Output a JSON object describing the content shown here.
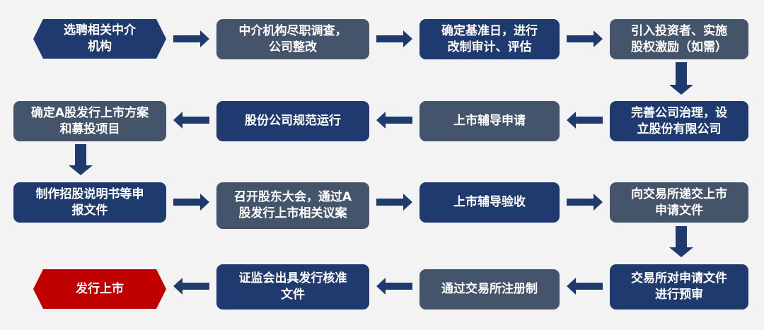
{
  "steps": {
    "s1": "选聘相关中介\n机构",
    "s2": "中介机构尽职调查，\n公司整改",
    "s3": "确定基准日，进行\n改制审计、评估",
    "s4": "引入投资者、实施\n股权激励（如需）",
    "s5": "完善公司治理，设\n立股份有限公司",
    "s6": "上市辅导申请",
    "s7": "股份公司规范运行",
    "s8": "确定A股发行上市方案\n和募投项目",
    "s9": "制作招股说明书等申\n报文件",
    "s10": "召开股东大会，通过A\n股发行上市相关议案",
    "s11": "上市辅导验收",
    "s12": "向交易所递交上市\n申请文件",
    "s13": "交易所对申请文件\n进行预审",
    "s14": "通过交易所注册制",
    "s15": "证监会出具发行核准\n文件",
    "s16": "发行上市"
  },
  "colors": {
    "navy": "#1e3a6e",
    "gray": "#44546a",
    "red": "#c00000",
    "arrow": "#1e3a6e",
    "background": "#f3f3f3"
  }
}
